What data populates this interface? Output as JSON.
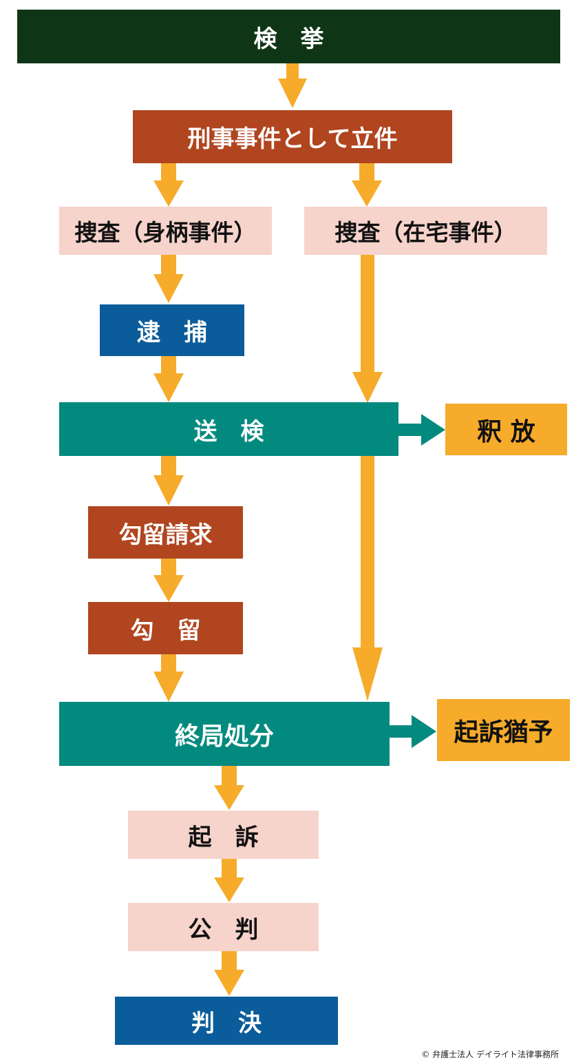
{
  "flow": {
    "arrest_clearance": "検　挙",
    "case_established": "刑事事件として立件",
    "investigation_custody": "捜査（身柄事件）",
    "investigation_home": "捜査（在宅事件）",
    "arrest": "逮　捕",
    "referral": "送　検",
    "release": "釈 放",
    "detention_request": "勾留請求",
    "detention": "勾　留",
    "final_disposition": "終局処分",
    "suspension_prosecution": "起訴猶予",
    "indictment": "起　訴",
    "trial": "公　判",
    "judgment": "判　決"
  },
  "credit": "© 弁護士法人 デイライト法律事務所",
  "colors": {
    "dark_green": "#0f3517",
    "rust": "#b0451f",
    "pink": "#f6d3cb",
    "blue": "#0a5c9a",
    "teal": "#038a7f",
    "orange": "#f6ab2a"
  }
}
